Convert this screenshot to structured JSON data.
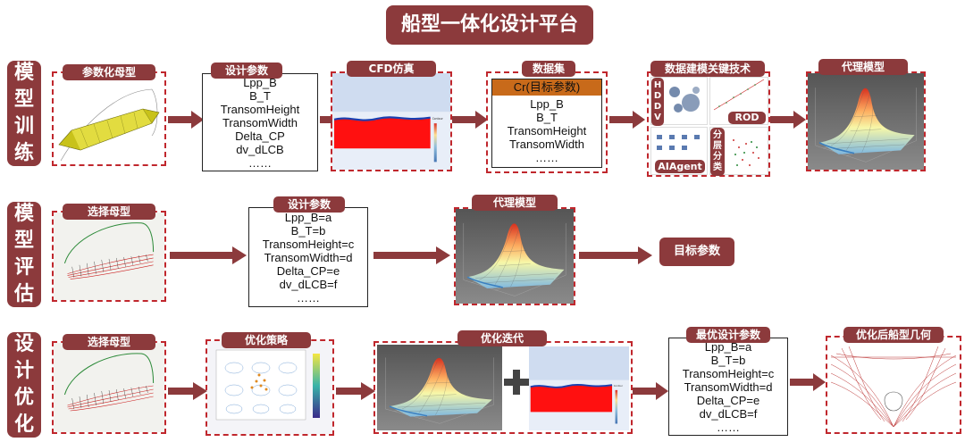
{
  "title": "船型一体化设计平台",
  "rows": [
    {
      "label": [
        "模",
        "型",
        "训",
        "练"
      ]
    },
    {
      "label": [
        "模",
        "型",
        "评",
        "估"
      ]
    },
    {
      "label": [
        "设",
        "计",
        "优",
        "化"
      ]
    }
  ],
  "row1": {
    "parent_hull": "参数化母型",
    "design_params": "设计参数",
    "design_param_list": [
      "Lpp_B",
      "B_T",
      "TransomHeight",
      "TransomWidth",
      "Delta_CP",
      "dv_dLCB",
      "……"
    ],
    "cfd": "CFD仿真",
    "dataset": "数据集",
    "dataset_header": "Cr(目标参数)",
    "dataset_list": [
      "Lpp_B",
      "B_T",
      "TransomHeight",
      "TransomWidth",
      "……"
    ],
    "key_tech": "数据建模关键技术",
    "hddv": [
      "H",
      "D",
      "D",
      "V"
    ],
    "rod": "ROD",
    "aiagent": "AIAgent",
    "layered": [
      "分",
      "层",
      "分",
      "类"
    ],
    "surrogate": "代理模型"
  },
  "row2": {
    "select_hull": "选择母型",
    "design_params": "设计参数",
    "param_list": [
      "Lpp_B=a",
      "B_T=b",
      "TransomHeight=c",
      "TransomWidth=d",
      "Delta_CP=e",
      "dv_dLCB=f",
      "……"
    ],
    "surrogate": "代理模型",
    "target": "目标参数"
  },
  "row3": {
    "select_hull": "选择母型",
    "strategy": "优化策略",
    "iteration": "优化迭代",
    "best_params": "最优设计参数",
    "param_list": [
      "Lpp_B=a",
      "B_T=b",
      "TransomHeight=c",
      "TransomWidth=d",
      "Delta_CP=e",
      "dv_dLCB=f",
      "……"
    ],
    "result": "优化后船型几何"
  },
  "colors": {
    "maroon": "#8c3a3c",
    "dash": "#c0272d"
  }
}
